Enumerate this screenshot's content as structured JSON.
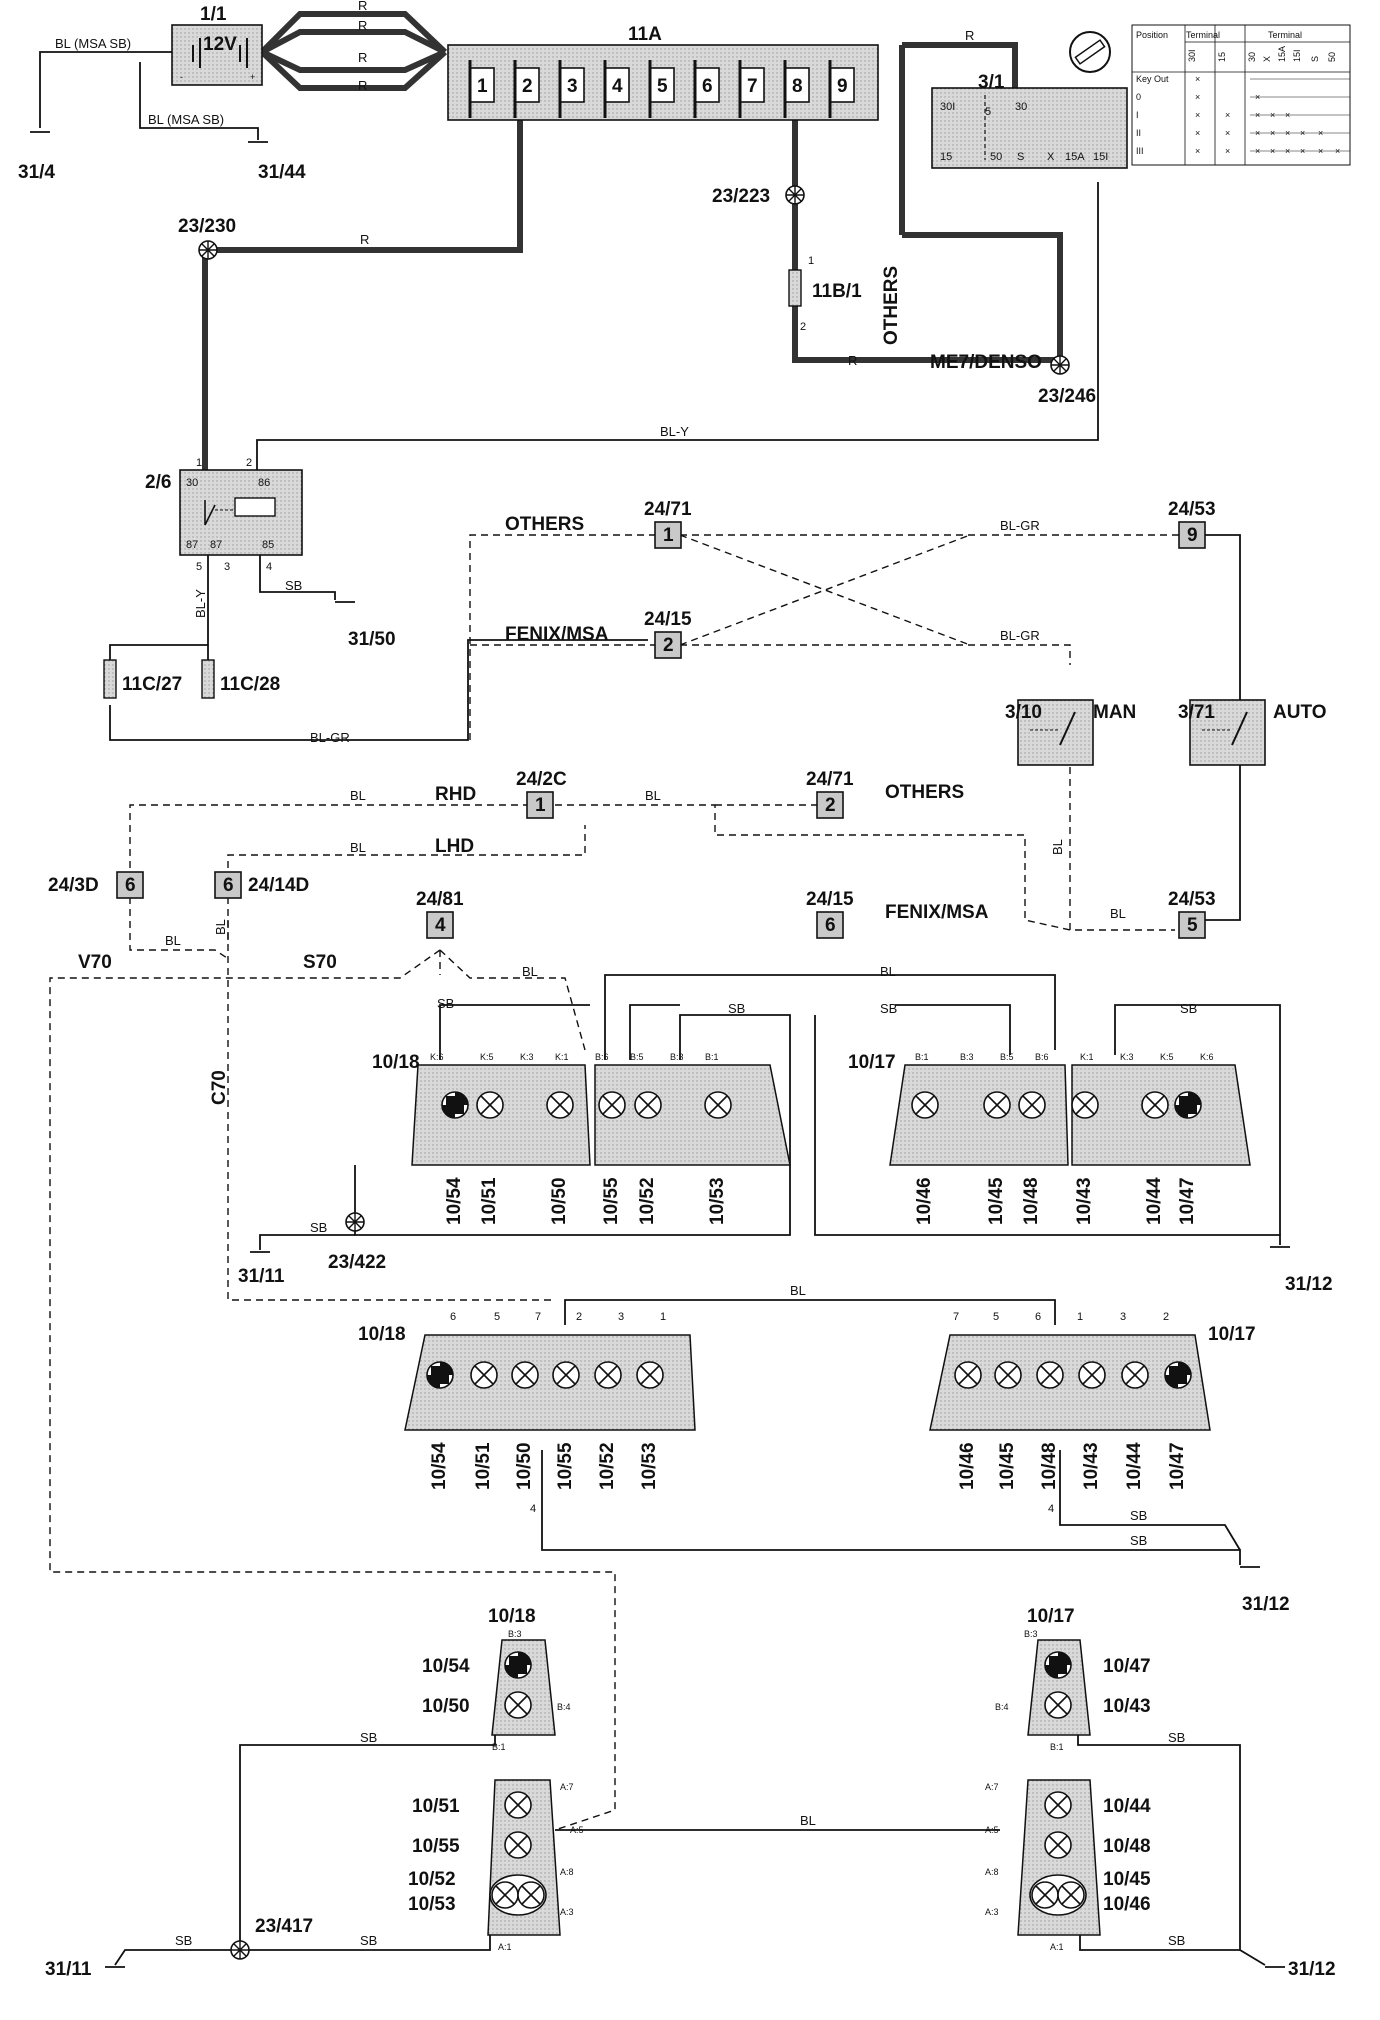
{
  "source": {
    "name": "1/1",
    "voltage": "12V",
    "left_wire": "BL (MSA SB)",
    "ground_wire": "BL (MSA SB)",
    "wire_r": "R"
  },
  "grounds": {
    "g31_4": "31/4",
    "g31_44": "31/44",
    "g31_50": "31/50",
    "g31_11a": "31/11",
    "g31_12a": "31/12",
    "g31_12b": "31/12",
    "g31_11b": "31/11",
    "g31_12c": "31/12"
  },
  "fusebox": {
    "name": "11A",
    "fuses": [
      "1",
      "2",
      "3",
      "4",
      "5",
      "6",
      "7",
      "8",
      "9"
    ]
  },
  "ignition": {
    "name": "3/1",
    "terminals": [
      "30I",
      "5",
      "30",
      "15",
      "50",
      "S",
      "X",
      "15A",
      "15I"
    ],
    "table_position_header": "Position",
    "table_terminal_header": "Terminal",
    "table_terminal_header2": "Terminal",
    "table_cols": [
      "30I",
      "15",
      "30",
      "X",
      "15A",
      "15I",
      "S",
      "50"
    ],
    "table_rows": [
      "Key Out",
      "0",
      "I",
      "II",
      "III"
    ]
  },
  "splices": {
    "s23_230": "23/230",
    "s23_223": "23/223",
    "s23_246": "23/246",
    "s23_422": "23/422",
    "s23_417": "23/417"
  },
  "fuse11b": {
    "name": "11B/1",
    "pin1": "1",
    "pin2": "2"
  },
  "labels": {
    "others_v": "OTHERS",
    "me7": "ME7/DENSO",
    "bl_y": "BL-Y",
    "bl_gr": "BL-GR",
    "others": "OTHERS",
    "fenix": "FENIX/MSA",
    "rhd": "RHD",
    "lhd": "LHD",
    "v70": "V70",
    "s70": "S70",
    "c70": "C70",
    "man": "MAN",
    "auto": "AUTO",
    "sb": "SB",
    "bl": "BL",
    "r": "R"
  },
  "relay": {
    "name": "2/6",
    "pins": [
      "30",
      "86",
      "87",
      "87",
      "85"
    ],
    "pin_nums": [
      "1",
      "2",
      "5",
      "3",
      "4"
    ]
  },
  "fuses11c": {
    "left": "11C/27",
    "right": "11C/28"
  },
  "connectors": {
    "c24_71a": {
      "name": "24/71",
      "pin": "1"
    },
    "c24_15a": {
      "name": "24/15",
      "pin": "2"
    },
    "c24_53a": {
      "name": "24/53",
      "pin": "9"
    },
    "c24_2c": {
      "name": "24/2C",
      "pin": "1"
    },
    "c24_71b": {
      "name": "24/71",
      "pin": "2"
    },
    "c24_3d": {
      "name": "24/3D",
      "pin": "6"
    },
    "c24_14d": {
      "name": "24/14D",
      "pin": "6"
    },
    "c24_81": {
      "name": "24/81",
      "pin": "4"
    },
    "c24_15b": {
      "name": "24/15",
      "pin": "6"
    },
    "c24_53b": {
      "name": "24/53",
      "pin": "5"
    }
  },
  "switches": {
    "man": {
      "name": "3/10"
    },
    "auto": {
      "name": "3/71"
    }
  },
  "lamps_s70": {
    "left_name": "10/18",
    "right_name": "10/17",
    "left_pins": [
      "K:6",
      "K:5",
      "K:3",
      "K:1",
      "B:6",
      "B:5",
      "B:3",
      "B:1"
    ],
    "right_pins": [
      "B:1",
      "B:3",
      "B:5",
      "B:6",
      "K:1",
      "K:3",
      "K:5",
      "K:6"
    ],
    "left_bulbs": [
      "10/54",
      "10/51",
      "10/50",
      "10/55",
      "10/52",
      "10/53"
    ],
    "right_bulbs": [
      "10/46",
      "10/45",
      "10/48",
      "10/43",
      "10/44",
      "10/47"
    ]
  },
  "lamps_c70": {
    "left_name": "10/18",
    "right_name": "10/17",
    "left_pins": [
      "6",
      "5",
      "7",
      "2",
      "3",
      "1"
    ],
    "right_pins": [
      "7",
      "5",
      "6",
      "1",
      "3",
      "2"
    ],
    "left_bulbs": [
      "10/54",
      "10/51",
      "10/50",
      "10/55",
      "10/52",
      "10/53"
    ],
    "right_bulbs": [
      "10/46",
      "10/45",
      "10/48",
      "10/43",
      "10/44",
      "10/47"
    ],
    "gnd_pin": "4"
  },
  "lamps_v70": {
    "left_name": "10/18",
    "right_name": "10/17",
    "left_upper": [
      "10/54",
      "10/50"
    ],
    "left_lower": [
      "10/51",
      "10/55",
      "10/52",
      "10/53"
    ],
    "right_upper": [
      "10/47",
      "10/43"
    ],
    "right_lower": [
      "10/44",
      "10/48",
      "10/45",
      "10/46"
    ],
    "left_pins": [
      "B:3",
      "B:4",
      "B:1",
      "A:7",
      "A:5",
      "A:8",
      "A:3",
      "A:1"
    ],
    "right_pins": [
      "B:3",
      "B:4",
      "B:1",
      "A:7",
      "A:5",
      "A:8",
      "A:3",
      "A:1"
    ]
  },
  "colors": {
    "wire": "#111111",
    "thick_wire": "#333333",
    "component_fill": "#d6d6d6",
    "lamp_body": "#c9c9c9"
  }
}
